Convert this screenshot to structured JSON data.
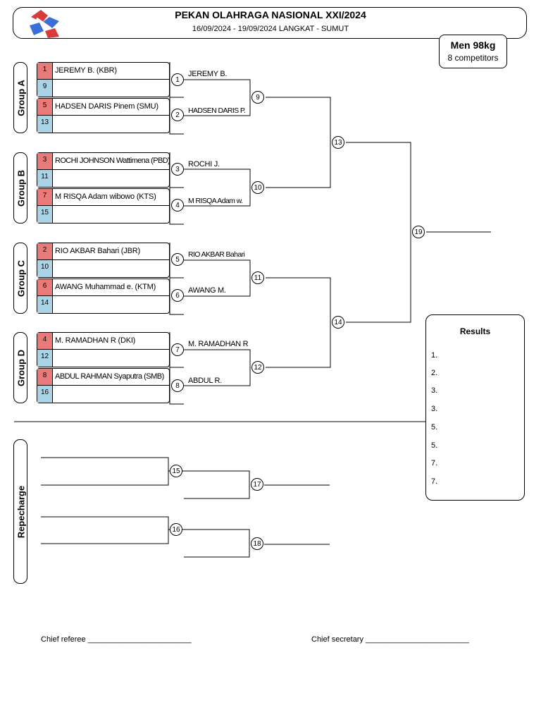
{
  "header": {
    "title": "PEKAN OLAHRAGA NASIONAL XXI/2024",
    "subtitle": "16/09/2024 - 19/09/2024 LANGKAT - SUMUT",
    "logo": "pon-logo"
  },
  "category": {
    "title": "Men 98kg",
    "competitors": "8 competitors"
  },
  "groups": [
    {
      "label": "Group A",
      "slots": [
        {
          "seed": "1",
          "name": "JEREMY B. (KBR)"
        },
        {
          "seed": "9",
          "name": ""
        },
        {
          "seed": "5",
          "name": "HADSEN DARIS Pinem (SMU)"
        },
        {
          "seed": "13",
          "name": ""
        }
      ]
    },
    {
      "label": "Group B",
      "slots": [
        {
          "seed": "3",
          "name": "ROCHI JOHNSON Wattimena (PBD)"
        },
        {
          "seed": "11",
          "name": ""
        },
        {
          "seed": "7",
          "name": "M RISQA Adam wibowo (KTS)"
        },
        {
          "seed": "15",
          "name": ""
        }
      ]
    },
    {
      "label": "Group C",
      "slots": [
        {
          "seed": "2",
          "name": "RIO AKBAR Bahari (JBR)"
        },
        {
          "seed": "10",
          "name": ""
        },
        {
          "seed": "6",
          "name": "AWANG Muhammad e. (KTM)"
        },
        {
          "seed": "14",
          "name": ""
        }
      ]
    },
    {
      "label": "Group D",
      "slots": [
        {
          "seed": "4",
          "name": "M. RAMADHAN R (DKI)"
        },
        {
          "seed": "12",
          "name": ""
        },
        {
          "seed": "8",
          "name": "ABDUL RAHMAN Syaputra (SMB)"
        },
        {
          "seed": "16",
          "name": ""
        }
      ]
    }
  ],
  "matches": {
    "m1": {
      "num": "1",
      "winner": "JEREMY B."
    },
    "m2": {
      "num": "2",
      "winner": "HADSEN DARIS P."
    },
    "m3": {
      "num": "3",
      "winner": "ROCHI J."
    },
    "m4": {
      "num": "4",
      "winner": "M RISQA Adam w."
    },
    "m5": {
      "num": "5",
      "winner": "RIO AKBAR Bahari"
    },
    "m6": {
      "num": "6",
      "winner": "AWANG M."
    },
    "m7": {
      "num": "7",
      "winner": "M. RAMADHAN R"
    },
    "m8": {
      "num": "8",
      "winner": "ABDUL R."
    },
    "m9": {
      "num": "9"
    },
    "m10": {
      "num": "10"
    },
    "m11": {
      "num": "11"
    },
    "m12": {
      "num": "12"
    },
    "m13": {
      "num": "13"
    },
    "m14": {
      "num": "14"
    },
    "m15": {
      "num": "15"
    },
    "m16": {
      "num": "16"
    },
    "m17": {
      "num": "17"
    },
    "m18": {
      "num": "18"
    },
    "m19": {
      "num": "19"
    }
  },
  "repechage": {
    "label": "Repecharge"
  },
  "results": {
    "title": "Results",
    "places": [
      "1.",
      "2.",
      "3.",
      "3.",
      "5.",
      "5.",
      "7.",
      "7."
    ]
  },
  "signatures": {
    "referee": "Chief referee ________________________",
    "secretary": "Chief secretary ________________________"
  },
  "colors": {
    "seed_red": "#e87a7a",
    "seed_blue": "#a8d4e6"
  }
}
